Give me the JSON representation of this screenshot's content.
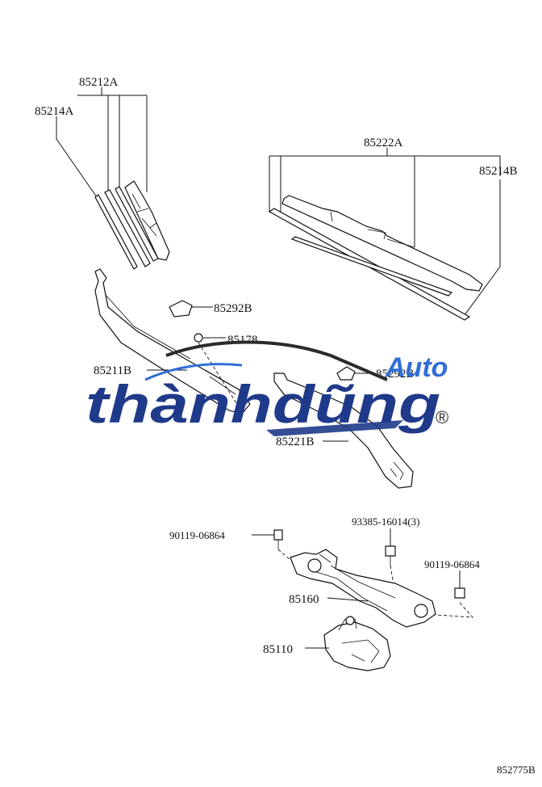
{
  "diagram": {
    "labels": {
      "l85212A": "85212A",
      "l85214A": "85214A",
      "l85222A": "85222A",
      "l85214B": "85214B",
      "l85292B_1": "85292B",
      "l85178": "85178",
      "l85211B": "85211B",
      "l85292B_2": "85292B",
      "l85221B": "85221B",
      "l93385": "93385-16014(3)",
      "l90119_left": "90119-06864",
      "l90119_right": "90119-06864",
      "l85160": "85160",
      "l85110": "85110",
      "figure_code": "852775B"
    }
  },
  "watermark": {
    "brand_main": "thànhdũng",
    "brand_sub": "Auto",
    "registered": "®",
    "colors": {
      "blue": "#1f3a8a",
      "dark": "#2b2b2b",
      "accent": "#2f6fd6"
    }
  }
}
